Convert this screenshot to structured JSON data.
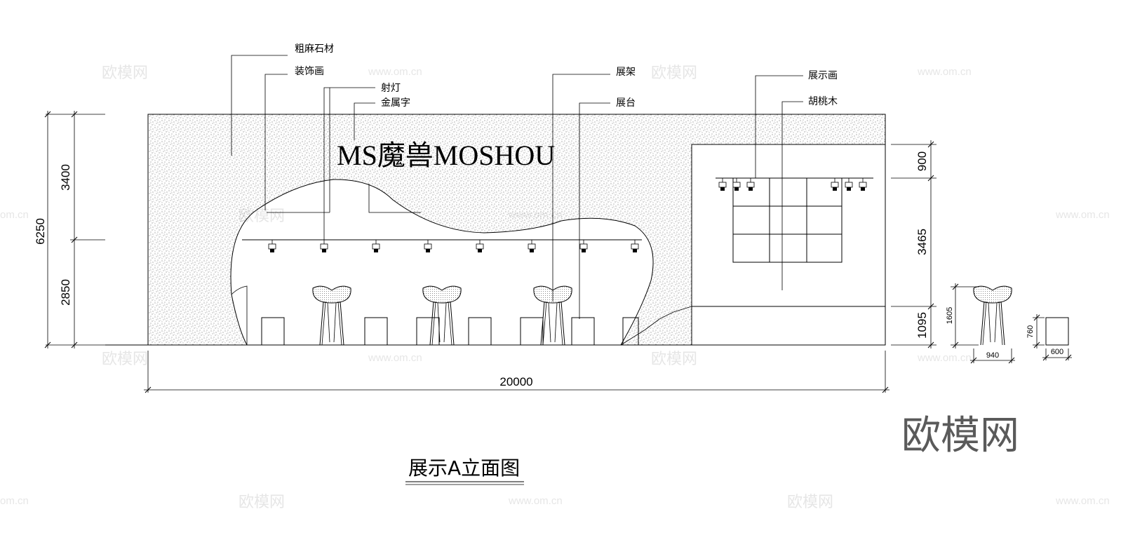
{
  "drawing": {
    "brand_text": "MS魔兽MOSHOU",
    "title": "展示A立面图",
    "callouts": {
      "rough_stone": "粗麻石材",
      "deco_painting": "装饰画",
      "spotlight": "射灯",
      "metal_letters": "金属字",
      "display_rack": "展架",
      "display_stand": "展台",
      "display_painting": "展示画",
      "walnut": "胡桃木"
    },
    "dimensions": {
      "total_height": "6250",
      "upper_height": "3400",
      "lower_height": "2850",
      "total_width": "20000",
      "right_top": "900",
      "right_mid": "3465",
      "right_bottom": "1095",
      "stool_height": "1605",
      "stool_width": "940",
      "box_height": "760",
      "box_width": "600"
    }
  },
  "watermarks": {
    "brand": "欧模网",
    "url": "www.om.cn",
    "url_cut": "om.cn",
    "url_partial": "www.om.cn"
  }
}
